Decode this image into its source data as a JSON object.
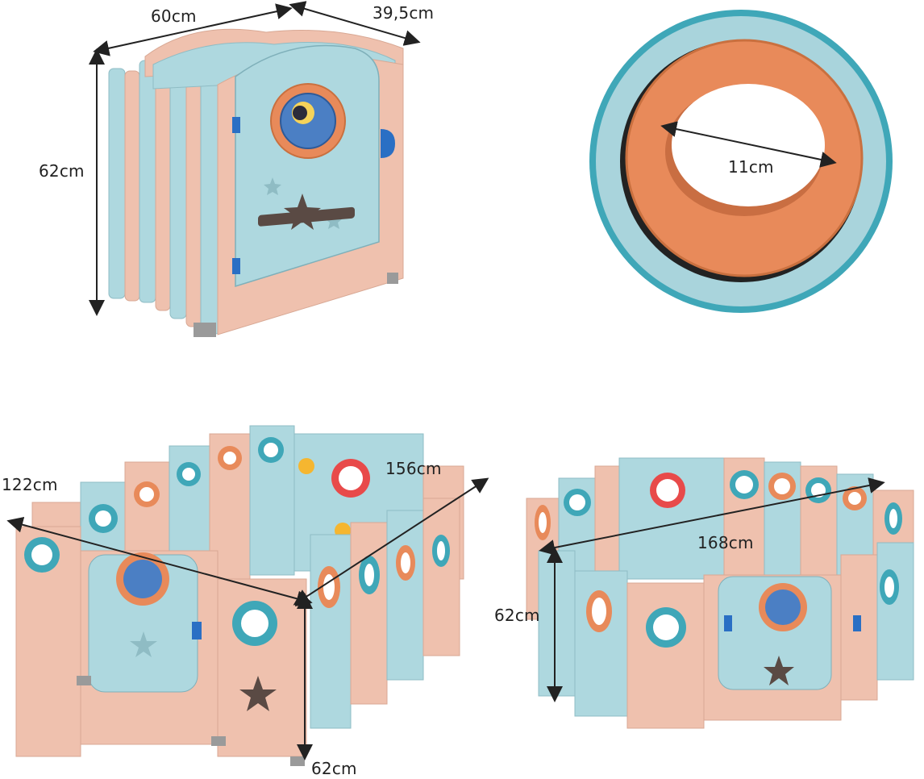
{
  "dimensions": {
    "folded_width": "60cm",
    "folded_depth": "39,5cm",
    "folded_height": "62cm",
    "ring_inner": "11cm",
    "rect_width": "122cm",
    "rect_length": "156cm",
    "rect_height": "62cm",
    "round_diameter": "168cm",
    "round_height": "62cm"
  },
  "colors": {
    "blue_panel": "#aed8df",
    "pink_panel": "#efc1ae",
    "orange_ring": "#e88a5a",
    "teal_ring": "#3fa7b8",
    "dark_line": "#222222"
  }
}
